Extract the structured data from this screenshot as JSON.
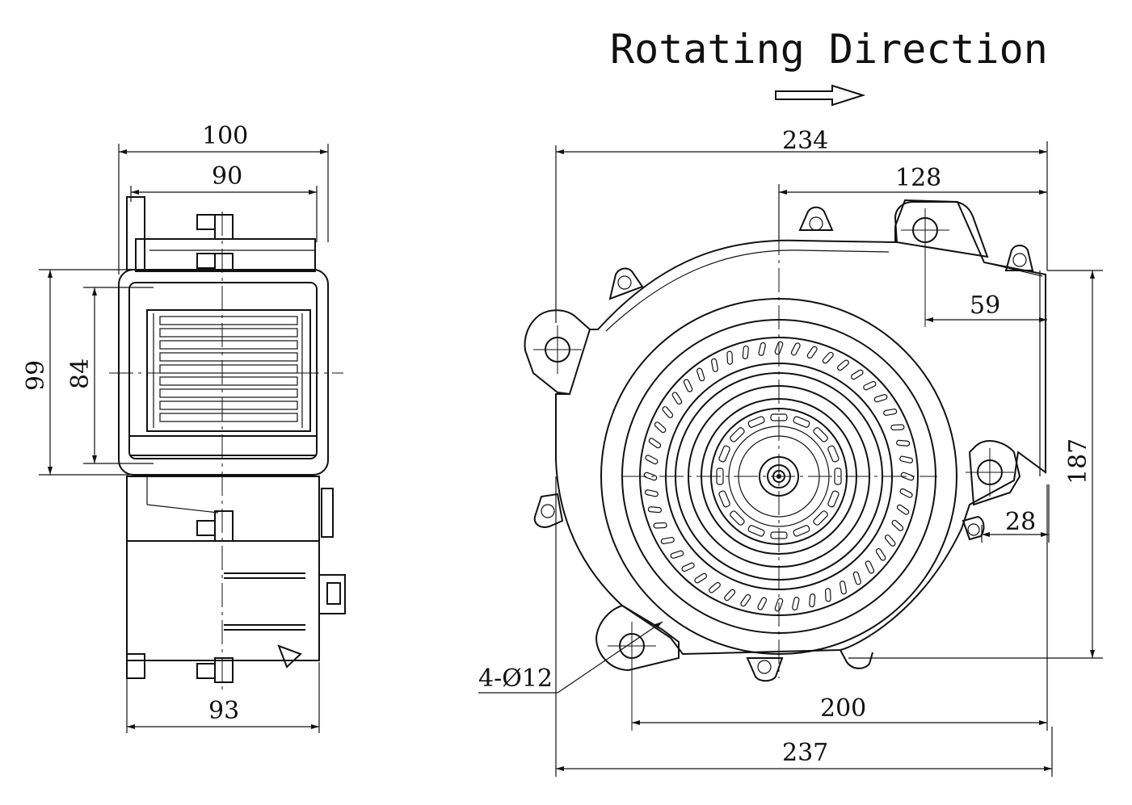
{
  "title": "Rotating Direction",
  "colors": {
    "line": "#111111",
    "background": "#ffffff"
  },
  "dimensions": {
    "side_width_overall": "100",
    "side_width_inner": "90",
    "side_height_outer": "99",
    "side_height_inner": "84",
    "side_width_bottom": "93",
    "front_width_overall": "234",
    "front_width_outlet": "128",
    "front_outlet_offset": "59",
    "front_height": "187",
    "front_tab_offset": "28",
    "front_hole_spacing": "200",
    "front_width_bottom": "237",
    "mounting_holes": "4-Ø12"
  }
}
